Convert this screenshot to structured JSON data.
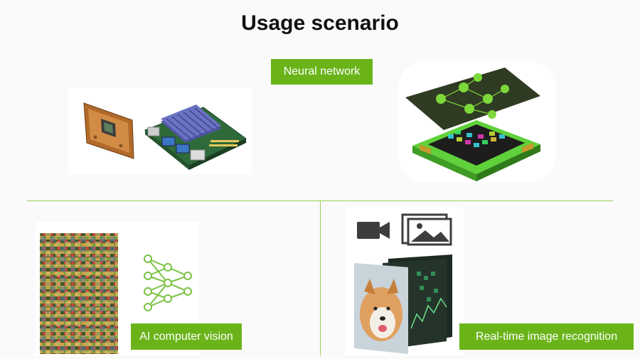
{
  "title": "Usage scenario",
  "labels": {
    "neural_network": "Neural network",
    "ai_vision": "AI computer vision",
    "recognition": "Real-time image recognition"
  },
  "colors": {
    "accent_green": "#6ab41a",
    "divider": "#9ccd55",
    "chip_green": "#5fd13a"
  },
  "icons": [
    "jetson-module-icon",
    "dev-kit-board-icon",
    "ai-chip-icon",
    "neural-net-icon",
    "video-camera-icon",
    "photo-gallery-icon",
    "dog-photo-icon"
  ]
}
